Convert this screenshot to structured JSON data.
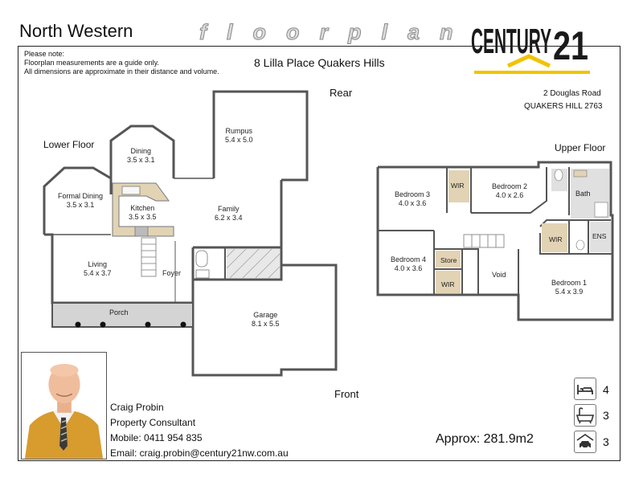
{
  "header": {
    "region": "North Western",
    "section_word": "floorplan",
    "brand_logo_text": "CENTURY 21"
  },
  "notes": [
    "Please note:",
    "Floorplan measurements are a guide only.",
    "All dimensions are approximate in their distance and volume."
  ],
  "property": {
    "address_title": "8 Lilla Place Quakers Hills"
  },
  "office": {
    "address_line1": "2 Douglas Road",
    "address_line2": "QUAKERS HILL 2763"
  },
  "plan": {
    "rear_label": "Rear",
    "front_label": "Front",
    "lower_floor_label": "Lower Floor",
    "upper_floor_label": "Upper Floor",
    "rooms": {
      "rumpus": {
        "name": "Rumpus",
        "dims": "5.4 x 5.0"
      },
      "dining": {
        "name": "Dining",
        "dims": "3.5 x 3.1"
      },
      "formal_dining": {
        "name": "Formal Dining",
        "dims": "3.5 x 3.1"
      },
      "kitchen": {
        "name": "Kitchen",
        "dims": "3.5 x 3.5"
      },
      "family": {
        "name": "Family",
        "dims": "6.2 x 3.4"
      },
      "living": {
        "name": "Living",
        "dims": "5.4 x 3.7"
      },
      "foyer": {
        "name": "Foyer"
      },
      "porch": {
        "name": "Porch"
      },
      "garage": {
        "name": "Garage",
        "dims": "8.1 x 5.5"
      },
      "bedroom3": {
        "name": "Bedroom 3",
        "dims": "4.0 x 3.6"
      },
      "wir_bed3": {
        "name": "WIR"
      },
      "bedroom2": {
        "name": "Bedroom 2",
        "dims": "4.0 x 2.6"
      },
      "bath": {
        "name": "Bath"
      },
      "wir_master": {
        "name": "WIR"
      },
      "ens": {
        "name": "ENS"
      },
      "bedroom4": {
        "name": "Bedroom 4",
        "dims": "4.0 x 3.6"
      },
      "store": {
        "name": "Store"
      },
      "wir_bed4": {
        "name": "WIR"
      },
      "void": {
        "name": "Void"
      },
      "bedroom1": {
        "name": "Bedroom 1",
        "dims": "5.4 x 3.9"
      }
    }
  },
  "agent": {
    "name": "Craig Probin",
    "title": "Property Consultant",
    "mobile": "Mobile: 0411 954 835",
    "email": "Email: craig.probin@century21nw.com.au"
  },
  "summary": {
    "approx_area": "Approx: 281.9m2"
  },
  "features": {
    "bedrooms": {
      "icon": "bed-icon",
      "count": "4"
    },
    "bathrooms": {
      "icon": "bath-icon",
      "count": "3"
    },
    "garage": {
      "icon": "car-icon",
      "count": "3"
    }
  },
  "colors": {
    "brand_gold": "#f2c300",
    "wall": "#555555",
    "bench": "#e2d3b4",
    "wetarea": "#e0e0e0"
  }
}
